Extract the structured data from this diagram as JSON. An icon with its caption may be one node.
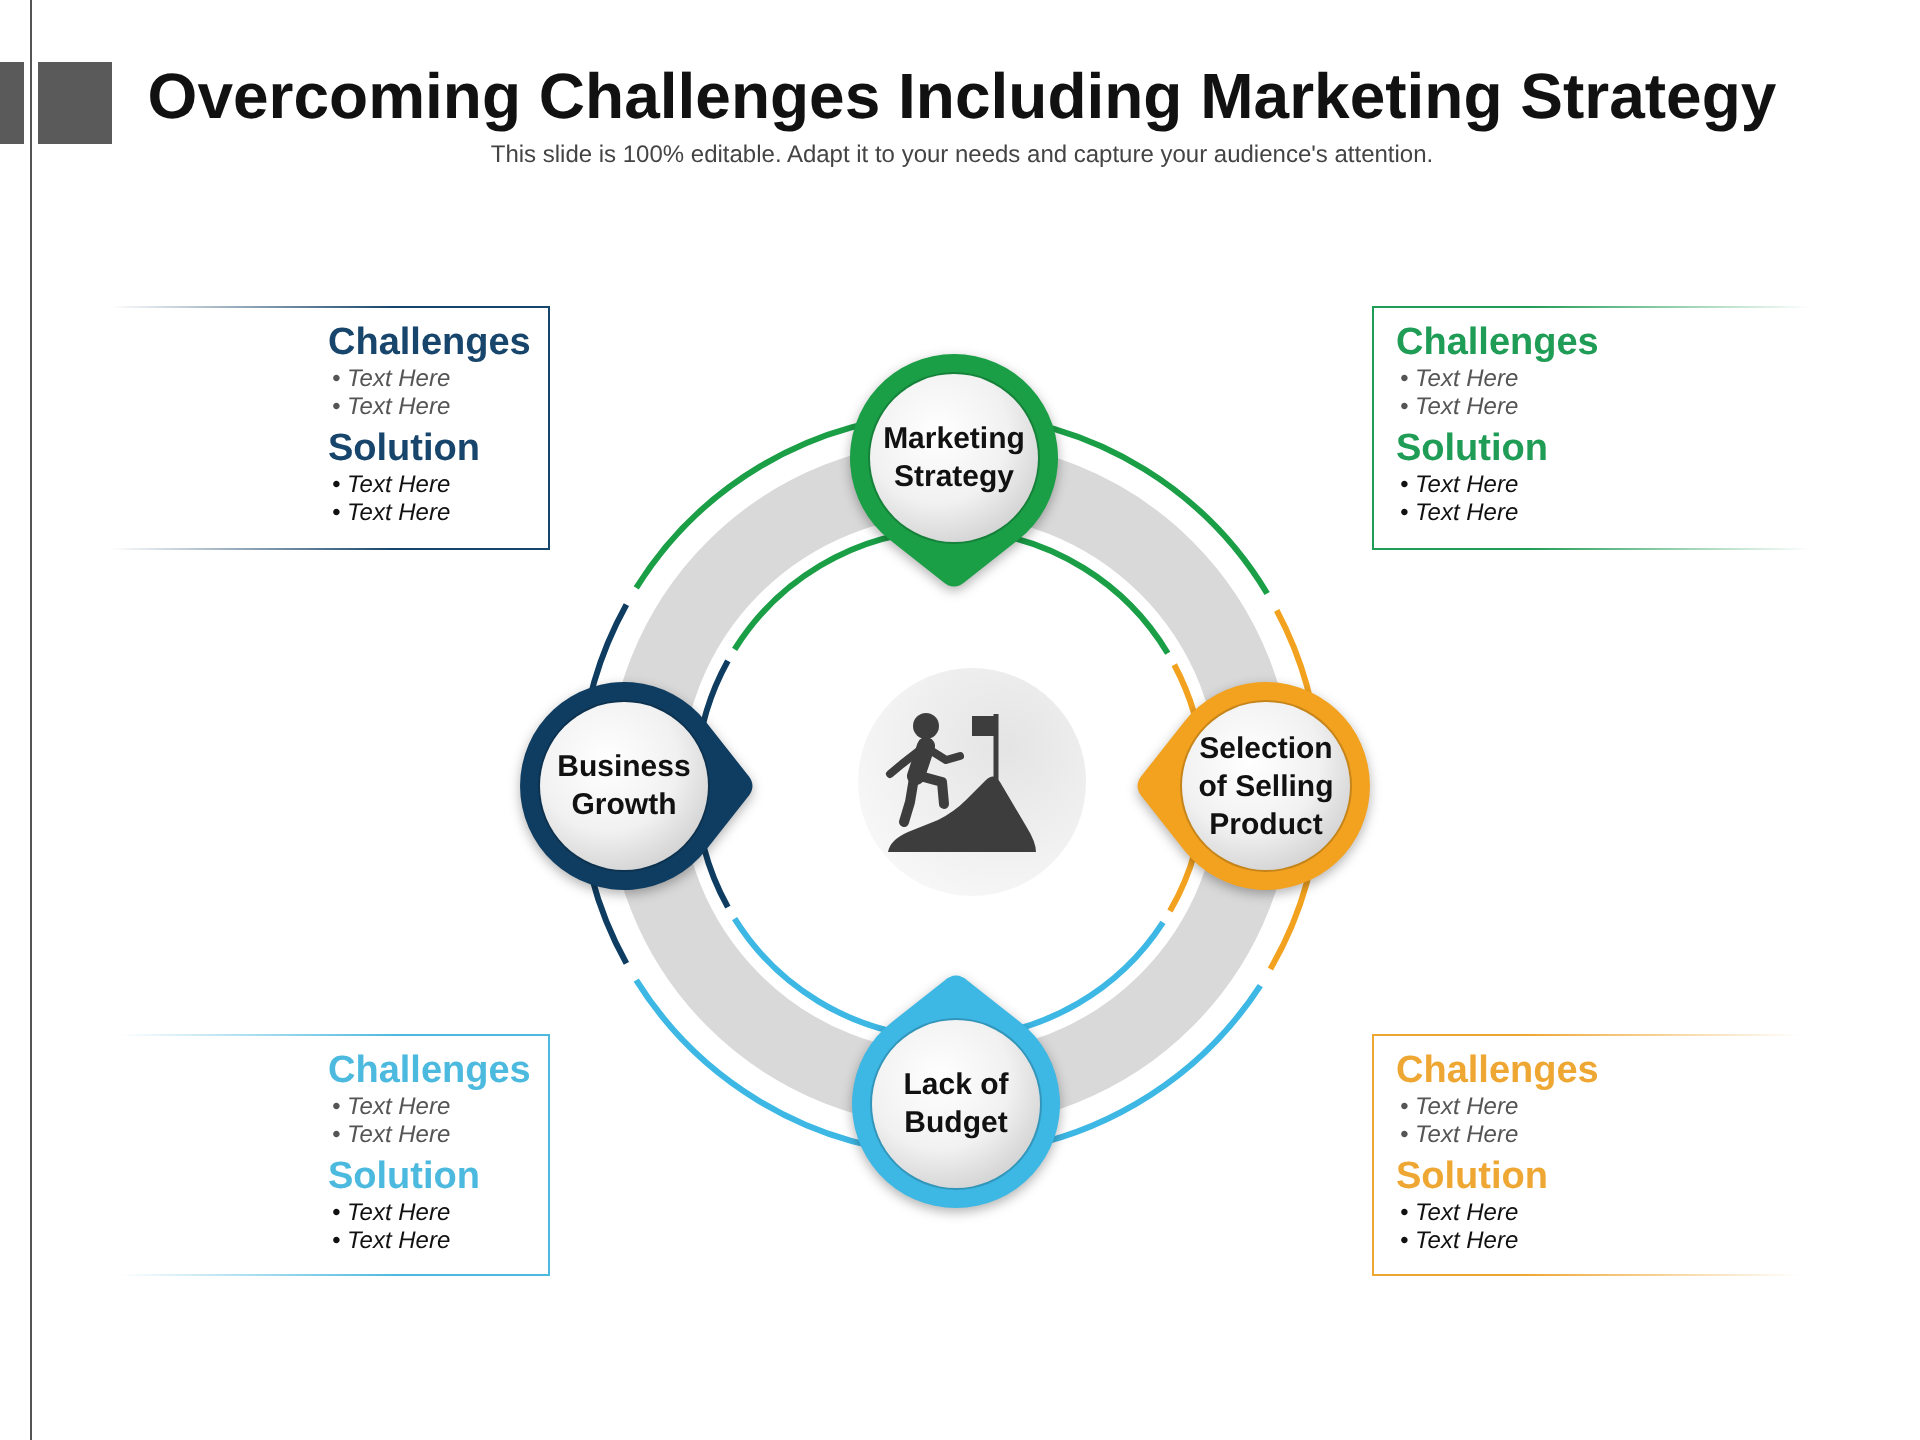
{
  "diagram": {
    "title": "Overcoming Challenges Including Marketing Strategy",
    "nodes": [
      {
        "text": [
          "Challenges",
          "• Text Here",
          "• Text Here",
          "Solution",
          "• Text Here",
          "• Text Here"
        ]
      },
      {
        "text": [
          "Marketing Strategy"
        ]
      },
      {
        "text": [
          "Challenges",
          "• Text Here",
          "• Text Here",
          "Solution",
          "• Text Here",
          "• Text Here"
        ]
      },
      {
        "text": [
          "Business Growth"
        ]
      },
      {
        "text": [],
        "shape": "picture"
      },
      {
        "text": [
          "Selection of Selling Product"
        ]
      },
      {
        "text": [
          "Challenges",
          "• Text Here",
          "• Text Here",
          "Solution",
          "• Text Here",
          "• Text Here"
        ]
      },
      {
        "text": [
          "Lack of Budget"
        ]
      },
      {
        "text": [
          "Challenges",
          "• Text Here",
          "• Text Here",
          "Solution",
          "• Text Here",
          "• Text Here"
        ]
      }
    ],
    "labels": [
      "This slide is 100% editable. Adapt it to your needs and capture your audience's attention."
    ]
  }
}
